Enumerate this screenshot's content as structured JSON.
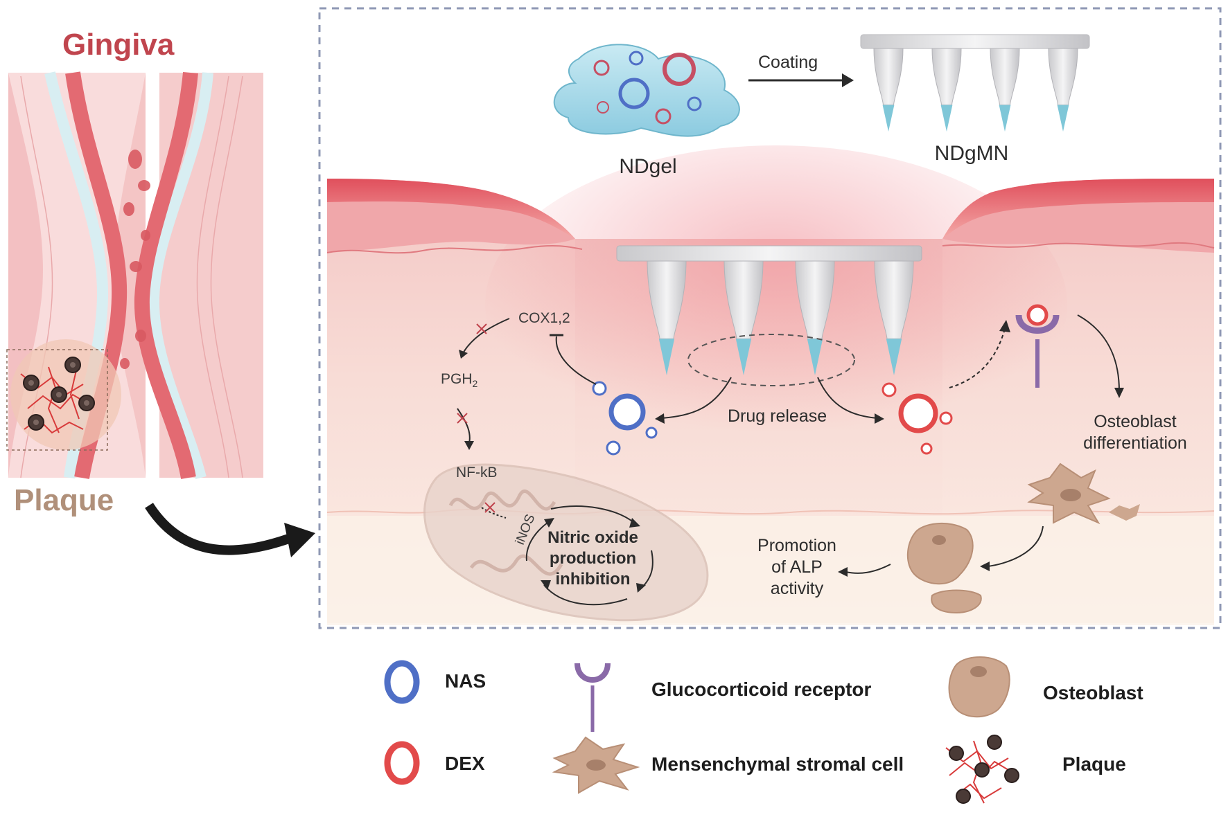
{
  "left_panel": {
    "title": "Gingiva",
    "title_color": "#c0454e",
    "plaque_label": "Plaque",
    "plaque_color": "#b0907a"
  },
  "top": {
    "coating_label": "Coating",
    "ndgel_label": "NDgel",
    "ndgmn_label": "NDgMN"
  },
  "pathway": {
    "cox_label": "COX1,2",
    "pgh_label": "PGH",
    "pgh_subscript": "2",
    "nfkb_label": "NF-kB",
    "inos_label": "iNOS",
    "no_inhibition_label": "Nitric oxide\nproduction\ninhibition"
  },
  "center": {
    "drug_release_label": "Drug release"
  },
  "right": {
    "osteoblast_diff_label": "Osteoblast\ndifferentiation",
    "alp_label": "Promotion\nof ALP\nactivity"
  },
  "legend": {
    "nas": "NAS",
    "dex": "DEX",
    "receptor": "Glucocorticoid receptor",
    "msc": "Mensenchymal stromal cell",
    "osteoblast": "Osteoblast",
    "plaque": "Plaque"
  },
  "colors": {
    "nas_blue": "#4f6fc6",
    "dex_red": "#e24a4a",
    "receptor_purple": "#8a6aa8",
    "cell_tan": "#cda78f",
    "gum_pink": "#e8727a",
    "tip_cyan": "#7fc7d8",
    "frame_dash": "#8f98b4"
  }
}
